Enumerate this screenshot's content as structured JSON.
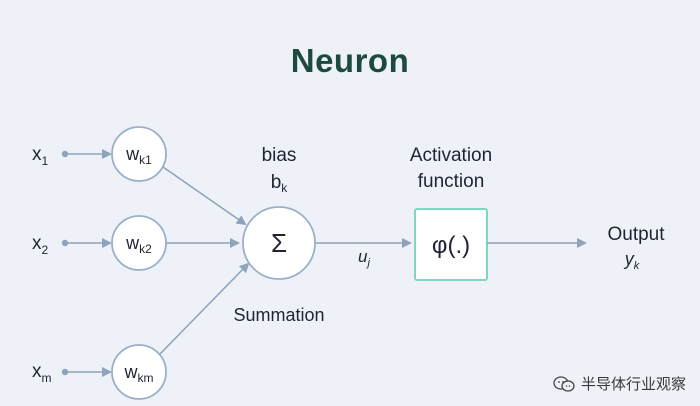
{
  "title": "Neuron",
  "inputs": [
    {
      "base": "x",
      "sub": "1"
    },
    {
      "base": "x",
      "sub": "2"
    },
    {
      "base": "x",
      "sub": "m"
    }
  ],
  "weights": [
    {
      "base": "w",
      "sub": "k1"
    },
    {
      "base": "w",
      "sub": "k2"
    },
    {
      "base": "w",
      "sub": "km"
    }
  ],
  "bias": {
    "line1": "bias",
    "base": "b",
    "sub": "k"
  },
  "summation": {
    "symbol": "Σ",
    "label": "Summation"
  },
  "signal": {
    "base": "u",
    "sub": "j"
  },
  "activation": {
    "line1": "Activation",
    "line2": "function",
    "symbol": "φ(.)"
  },
  "output": {
    "label": "Output",
    "base": "y",
    "sub": "k"
  },
  "watermark": "半导体行业观察",
  "colors": {
    "title": "#1d4a3e",
    "arrow": "#8fa3ba",
    "circle_stroke": "#9bb0c6",
    "activation_stroke": "#7fd6c2",
    "background": "#eef2f8"
  }
}
